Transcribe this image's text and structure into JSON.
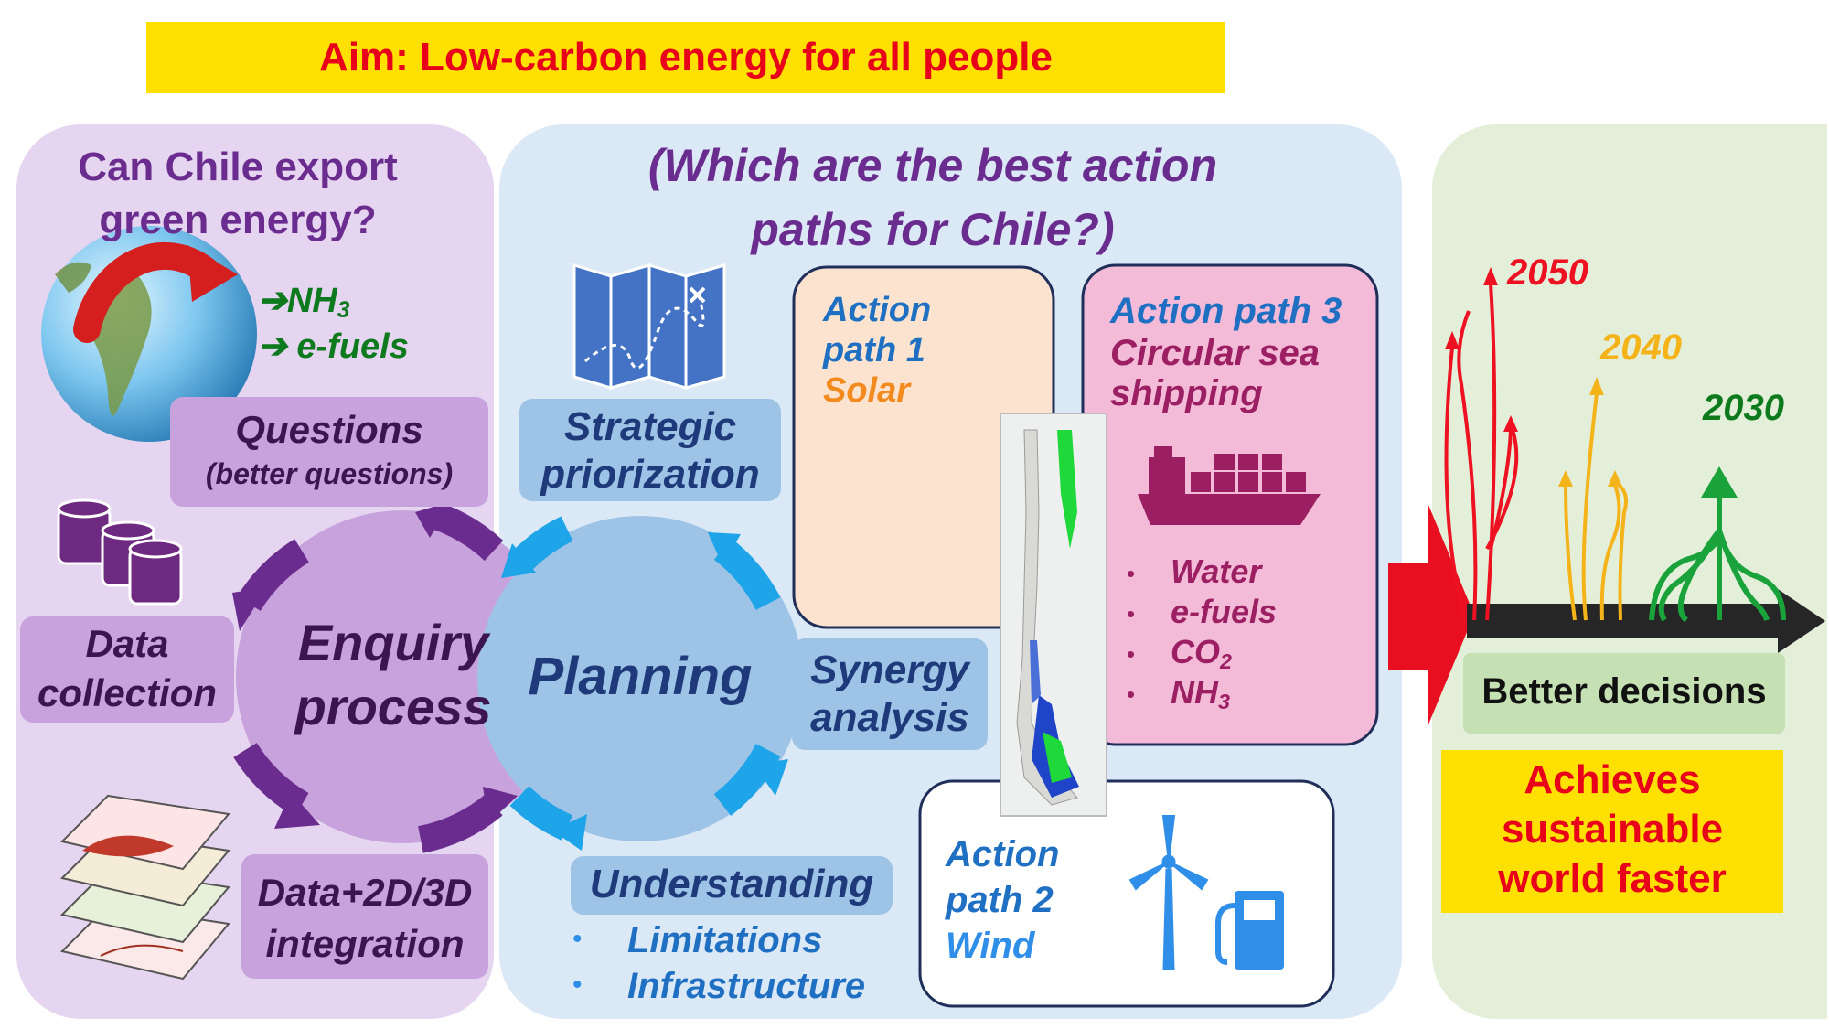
{
  "aim": {
    "text": "Aim: Low-carbon energy for all people"
  },
  "enquiry": {
    "question_line1": "Can Chile export",
    "question_line2": "green energy?",
    "export_nh3_prefix": "➔NH",
    "export_nh3_sub": "3",
    "export_efuels": "➔ e-fuels",
    "questions_title": "Questions",
    "questions_subtitle": "(better questions)",
    "data_collection_line1": "Data",
    "data_collection_line2": "collection",
    "integration_line1": "Data+2D/3D",
    "integration_line2": "integration",
    "center_line1": "Enquiry",
    "center_line2": "process"
  },
  "planning": {
    "question_line1": "(Which are the best action",
    "question_line2": "paths for Chile?)",
    "center": "Planning",
    "strategic_line1": "Strategic",
    "strategic_line2": "priorization",
    "synergy_line1": "Synergy",
    "synergy_line2": "analysis",
    "understanding_title": "Understanding",
    "understanding_items": [
      "Limitations",
      "Infrastructure"
    ]
  },
  "path1": {
    "line1": "Action",
    "line2": "path 1",
    "line3": "Solar"
  },
  "path2": {
    "line1": "Action",
    "line2": "path 2",
    "line3": "Wind"
  },
  "path3": {
    "title": "Action path 3",
    "sub1": "Circular sea",
    "sub2": "shipping",
    "item_water": "Water",
    "item_efuels": "e-fuels",
    "item_co2_prefix": "CO",
    "item_co2_sub": "2",
    "item_nh3_prefix": "NH",
    "item_nh3_sub": "3"
  },
  "outcome": {
    "year_2050": "2050",
    "year_2040": "2040",
    "year_2030": "2030",
    "better_decisions": "Better decisions",
    "achieves_line1": "Achieves",
    "achieves_line2": "sustainable",
    "achieves_line3": "world faster"
  },
  "colors": {
    "aim_bg": "#ffe000",
    "aim_text": "#e8001a",
    "enquiry_panel": "#e6d5f0",
    "enquiry_accent": "#6a2c8e",
    "planning_panel": "#dbe8f5",
    "planning_text": "#1f3a7a",
    "outcome_panel": "#e4efd9",
    "red": "#ee1122",
    "orange": "#f5a623",
    "green": "#0e7a1e",
    "magenta": "#9b1f62"
  }
}
